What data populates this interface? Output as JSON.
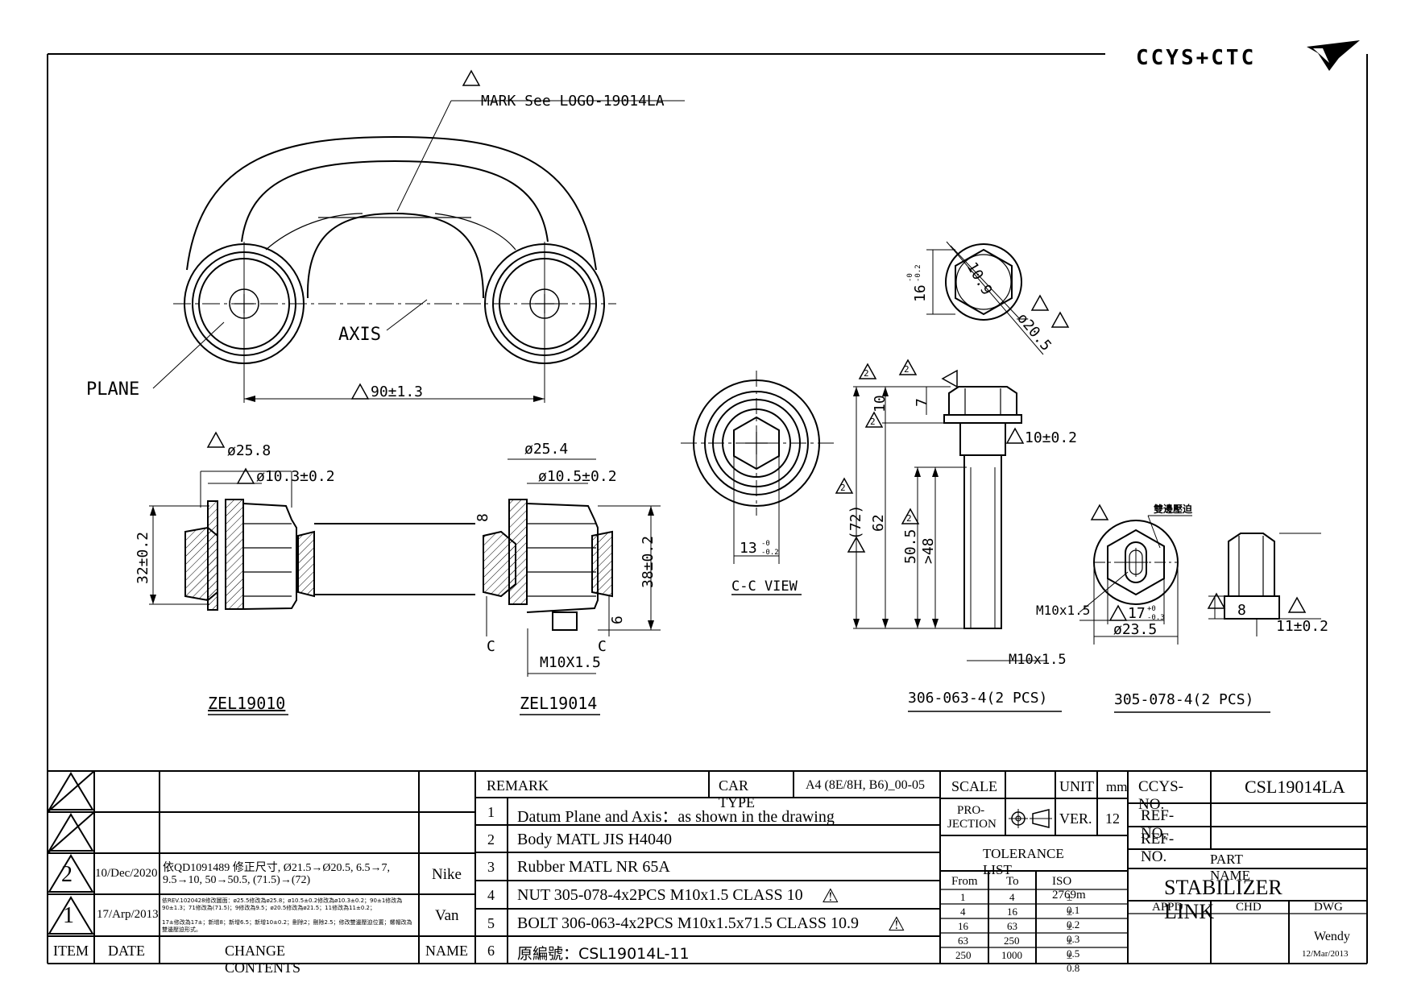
{
  "header": {
    "brand": "CCYS+CTC",
    "logo_icon": "winged-logo-icon"
  },
  "top_view": {
    "mark_note": "MARK See LOGO-19014LA",
    "axis_label": "AXIS",
    "plane_label": "PLANE",
    "center_distance": "90±1.3"
  },
  "zel19010": {
    "title": "ZEL19010",
    "dia_outer": "ø25.8",
    "dia_bore": "ø10.3±0.2",
    "height": "32±0.2"
  },
  "zel19014": {
    "title": "ZEL19014",
    "dia_outer": "ø25.4",
    "dia_bore": "ø10.5±0.2",
    "height": "38±0.2",
    "flange": "8",
    "step": "6",
    "thread": "M10X1.5",
    "section_c1": "C",
    "section_c2": "C"
  },
  "cc_view": {
    "title": "C-C VIEW",
    "hex": "13",
    "hex_tol_upper": "-0",
    "hex_tol_lower": "-0.2"
  },
  "bolt": {
    "title": "306-063-4(2 PCS)",
    "head_height": "7",
    "head_total": "10",
    "collar": "10±0.2",
    "total_len": "(72)",
    "shank": "62",
    "thread_len": "50.5",
    "min_thread": ">48",
    "thread": "M10x1.5",
    "rev_marks": [
      "2",
      "2",
      "2",
      "2",
      "2"
    ]
  },
  "bolt_head_top": {
    "across_flats": "16",
    "af_upper": "-0",
    "af_lower": "-0.2",
    "across_corners": "10.9",
    "flange_dia": "ø20.5"
  },
  "nut": {
    "title": "305-078-4(2 PCS)",
    "note": "雙邊壓迫",
    "thread": "M10x1.5",
    "hex": "17",
    "hex_upper": "+0",
    "hex_lower": "-0.3",
    "flange_dia": "ø23.5",
    "height": "8",
    "height_total": "11±0.2"
  },
  "revisions": {
    "col_item": "ITEM",
    "col_date": "DATE",
    "col_contents": "CHANGE CONTENTS",
    "col_name": "NAME",
    "rows": [
      {
        "item": "",
        "date": "",
        "contents": "",
        "contents_small": "",
        "name": ""
      },
      {
        "item": "",
        "date": "",
        "contents": "",
        "contents_small": "",
        "name": ""
      },
      {
        "item": "2",
        "date": "10/Dec/2020",
        "contents": "依QD1091489 修正尺寸, Ø21.5→Ø20.5, 6.5→7,",
        "contents_small": "9.5→10, 50→50.5, (71.5)→(72)",
        "name": "Nike"
      },
      {
        "item": "1",
        "date": "17/Arp/2013",
        "contents": "依REV.1020428修改圖面：ø25.5修改為ø25.8；ø10.5±0.2修改為ø10.3±0.2；90±1修改為90±1.3；71修改為(71.5)；9修改為9.5；ø20.5修改為ø21.5；11修改為11±0.2；",
        "contents_small": "17±修改為17±；新增8；新增6.5；新增10±0.2；刪除2；刪除2.5；修改雙邊壓迫位置；螺帽改為雙邊壓迫形式。",
        "name": "Van"
      }
    ]
  },
  "remarks": {
    "header": "REMARK",
    "car_type_label": "CAR TYPE",
    "car_type": "A4 (8E/8H, B6)_00-05",
    "items": [
      {
        "no": "1",
        "text": "Datum Plane and Axis：as shown in the drawing",
        "warn": false
      },
      {
        "no": "2",
        "text": "Body MATL JIS H4040",
        "warn": false
      },
      {
        "no": "3",
        "text": "Rubber MATL NR 65A",
        "warn": false
      },
      {
        "no": "4",
        "text": "NUT 305-078-4x2PCS M10x1.5 CLASS 10",
        "warn": true
      },
      {
        "no": "5",
        "text": "BOLT 306-063-4x2PCS M10x1.5x71.5 CLASS 10.9",
        "warn": true
      },
      {
        "no": "6",
        "text": "原編號：CSL19014L-11",
        "warn": false
      }
    ]
  },
  "scale_block": {
    "scale_label": "SCALE",
    "scale_value": "",
    "unit_label": "UNIT",
    "unit_value": "mm",
    "projection_label_1": "PRO-",
    "projection_label_2": "JECTION",
    "ver_label": "VER.",
    "ver_value": "12",
    "tolerance_title": "TOLERANCE LIST",
    "tol_headers": [
      "From",
      "To",
      "ISO 2769m"
    ],
    "tolerances": [
      {
        "from": "1",
        "to": "4",
        "tol": "± 0.1"
      },
      {
        "from": "4",
        "to": "16",
        "tol": "± 0.2"
      },
      {
        "from": "16",
        "to": "63",
        "tol": "± 0.3"
      },
      {
        "from": "63",
        "to": "250",
        "tol": "± 0.5"
      },
      {
        "from": "250",
        "to": "1000",
        "tol": "± 0.8"
      }
    ]
  },
  "title_block": {
    "ccys_label": "CCYS-NO.",
    "ccys_no": "CSL19014LA",
    "ref_label_1": "REF-NO.",
    "ref_no_1": "",
    "ref_label_2": "REF-NO.",
    "ref_no_2": "",
    "part_name_label": "PART NAME",
    "part_name": "STABILIZER LINK",
    "appd_label": "APPD",
    "chd_label": "CHD",
    "dwg_label": "DWG",
    "dwg_by": "Wendy",
    "dwg_date": "12/Mar/2013"
  }
}
